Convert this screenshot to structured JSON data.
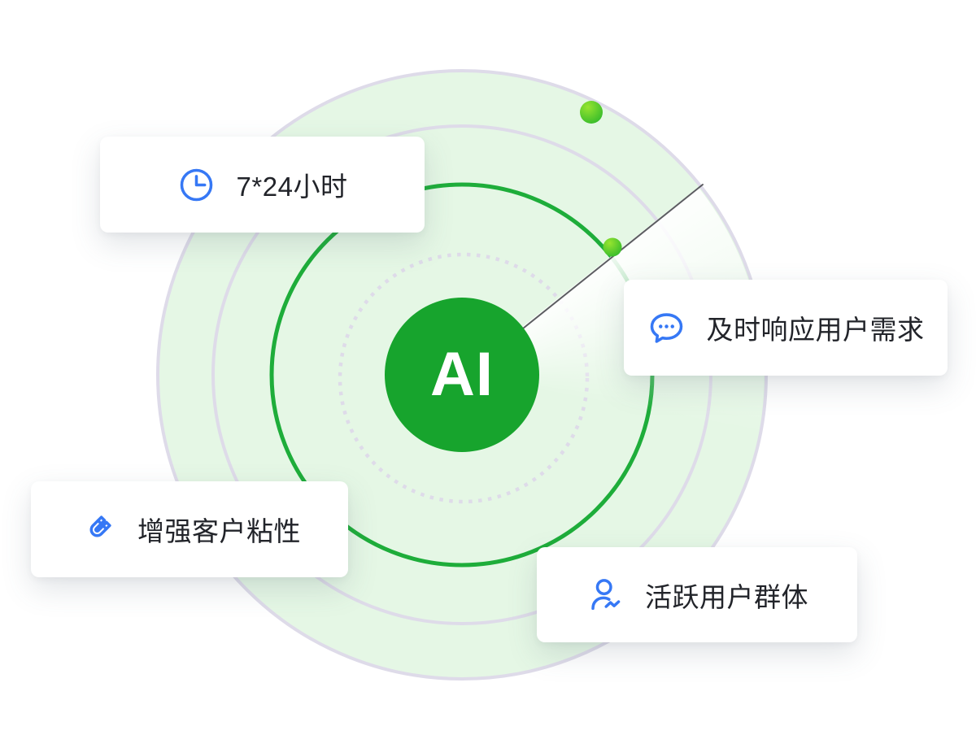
{
  "center": {
    "label": "AI"
  },
  "cards": [
    {
      "label": "7*24小时",
      "icon": "clock-icon"
    },
    {
      "label": "及时响应用户需求",
      "icon": "chat-bubble-icon"
    },
    {
      "label": "增强客户粘性",
      "icon": "magnet-icon"
    },
    {
      "label": "活跃用户群体",
      "icon": "user-activity-icon"
    }
  ],
  "colors": {
    "brand_green": "#17a42d",
    "ring_green": "#1ead3a",
    "radar_fill": "#e5f7e5",
    "ring_gray": "#dedbe9",
    "icon_blue": "#3678f5",
    "text": "#22242a",
    "dot_light": "#97e42f",
    "dot_dark": "#2eb82b",
    "card_bg": "#ffffff"
  }
}
